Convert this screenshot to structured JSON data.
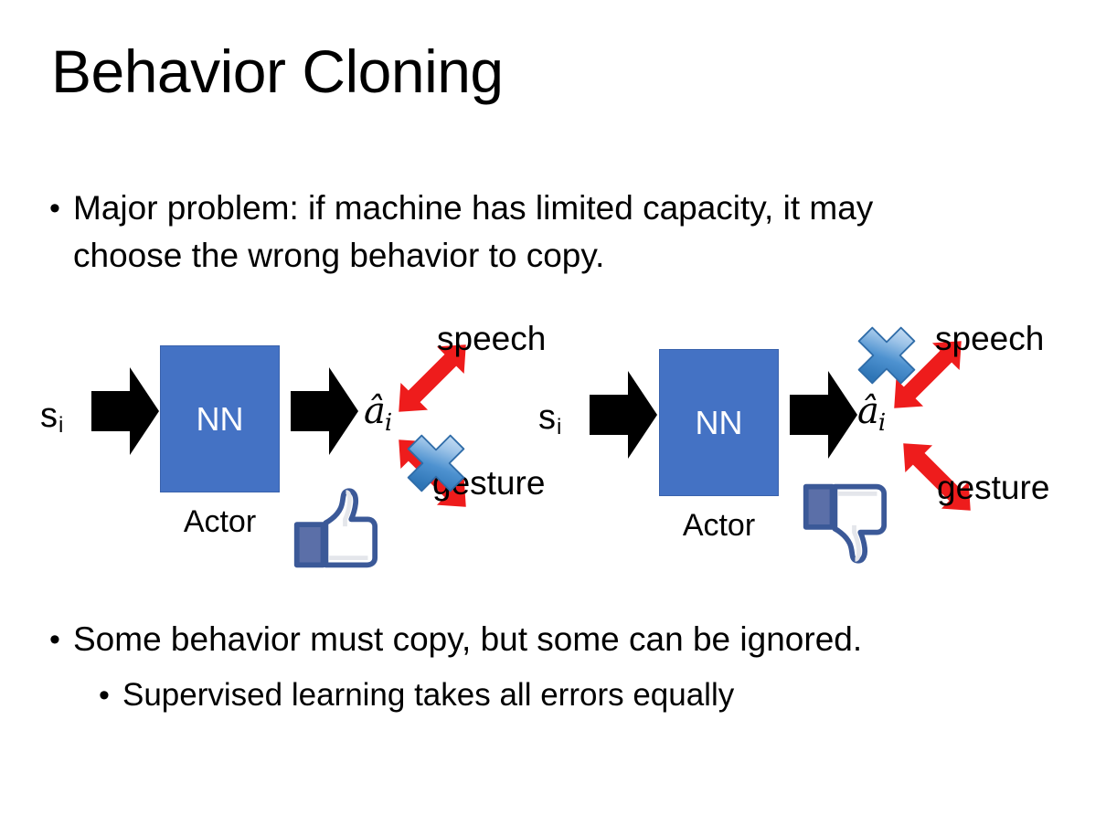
{
  "slide": {
    "title": "Behavior Cloning",
    "background_color": "#FFFFFF",
    "text_color": "#000000"
  },
  "bullets": {
    "top": {
      "marker": "•",
      "text": "Major problem: if machine has limited capacity, it may choose the wrong behavior to copy."
    },
    "bottom": [
      {
        "marker": "•",
        "text": "Some behavior must copy, but some can be ignored.",
        "level": 1
      },
      {
        "marker": "•",
        "text": "Supervised learning takes all errors equally",
        "level": 2
      }
    ]
  },
  "palette": {
    "nn_box_fill": "#4472C4",
    "nn_box_border": "#3A62AC",
    "nn_label_color": "#FFFFFF",
    "arrow_black": "#000000",
    "arrow_red": "#EE1C1C",
    "x_blue_light": "#CFE3F5",
    "x_blue_mid": "#5B9BD5",
    "x_blue_dark": "#2E75B6",
    "thumb_blue": "#3B5998",
    "thumb_fill": "#FFFFFF",
    "thumb_shadow": "#E4E6EB"
  },
  "diagrams": [
    {
      "id": "left",
      "state_label": "s",
      "state_subscript": "i",
      "box_label": "NN",
      "box_caption": "Actor",
      "action_label": "â",
      "action_subscript": "i",
      "outputs": [
        {
          "name": "speech",
          "label": "speech",
          "direction": "up-right",
          "crossed_out": false
        },
        {
          "name": "gesture",
          "label": "gesture",
          "direction": "down-right",
          "crossed_out": true
        }
      ],
      "verdict_icon": "thumbs-up",
      "cross_marks": [
        "gesture"
      ]
    },
    {
      "id": "right",
      "state_label": "s",
      "state_subscript": "i",
      "box_label": "NN",
      "box_caption": "Actor",
      "action_label": "â",
      "action_subscript": "i",
      "outputs": [
        {
          "name": "speech",
          "label": "speech",
          "direction": "up-right",
          "crossed_out": true
        },
        {
          "name": "gesture",
          "label": "gesture",
          "direction": "down-right",
          "crossed_out": false
        }
      ],
      "verdict_icon": "thumbs-down",
      "cross_marks": [
        "speech"
      ]
    }
  ]
}
